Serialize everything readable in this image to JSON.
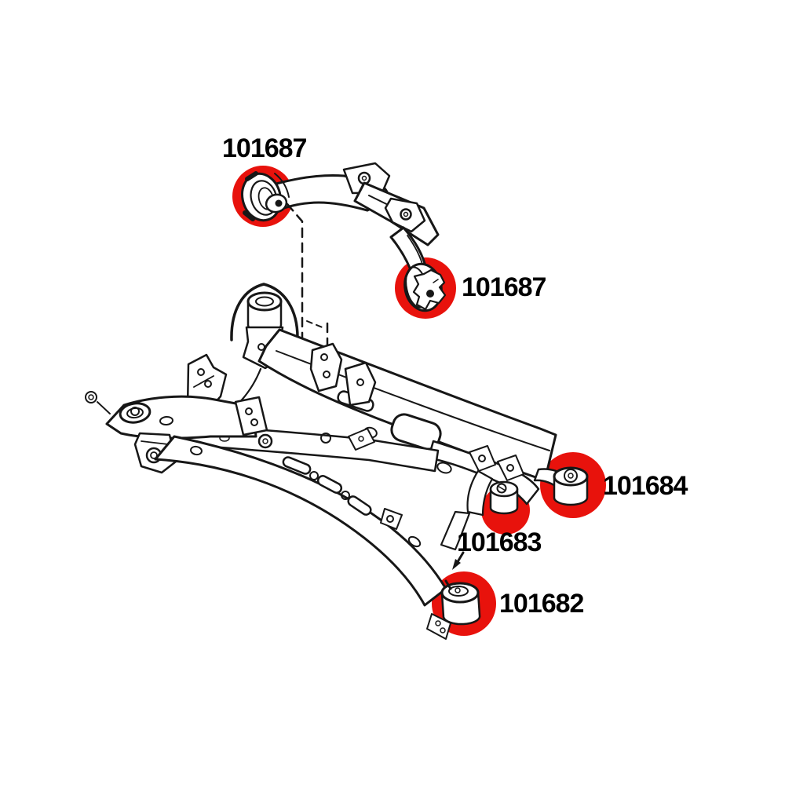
{
  "diagram": {
    "kind": "rear-subframe-bushing-parts-diagram",
    "background_color": "#ffffff",
    "line_color": "#171717",
    "highlight_color": "#e8120c",
    "callouts": [
      {
        "part_number": "101687",
        "target": "front-mount-bushing-left"
      },
      {
        "part_number": "101687",
        "target": "front-mount-bushing-right"
      },
      {
        "part_number": "101684",
        "target": "rear-beam-outer-bushing"
      },
      {
        "part_number": "101683",
        "target": "rear-beam-inner-bushing"
      },
      {
        "part_number": "101682",
        "target": "rear-lower-bushing"
      }
    ]
  }
}
